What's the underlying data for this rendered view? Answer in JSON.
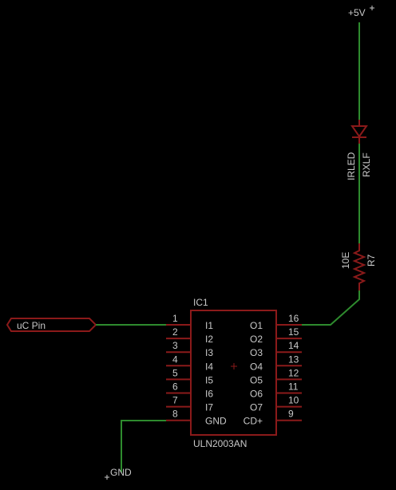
{
  "colors": {
    "background": "#000000",
    "wire": "#2e8b2e",
    "part": "#8b1a1a",
    "text": "#c8c8c8"
  },
  "supply": {
    "label": "+5V"
  },
  "ground": {
    "label": "GND"
  },
  "led": {
    "name": "IRLED",
    "value": "RXLF"
  },
  "resistor": {
    "name": "R7",
    "value": "10E"
  },
  "input_port": {
    "label": "uC Pin"
  },
  "ic": {
    "name": "IC1",
    "value": "ULN2003AN",
    "left_pins": [
      {
        "num": "1",
        "name": "I1"
      },
      {
        "num": "2",
        "name": "I2"
      },
      {
        "num": "3",
        "name": "I3"
      },
      {
        "num": "4",
        "name": "I4"
      },
      {
        "num": "5",
        "name": "I5"
      },
      {
        "num": "6",
        "name": "I6"
      },
      {
        "num": "7",
        "name": "I7"
      },
      {
        "num": "8",
        "name": "GND"
      }
    ],
    "right_pins": [
      {
        "num": "16",
        "name": "O1"
      },
      {
        "num": "15",
        "name": "O2"
      },
      {
        "num": "14",
        "name": "O3"
      },
      {
        "num": "13",
        "name": "O4"
      },
      {
        "num": "12",
        "name": "O5"
      },
      {
        "num": "11",
        "name": "O6"
      },
      {
        "num": "10",
        "name": "O7"
      },
      {
        "num": "9",
        "name": "CD+"
      }
    ]
  }
}
